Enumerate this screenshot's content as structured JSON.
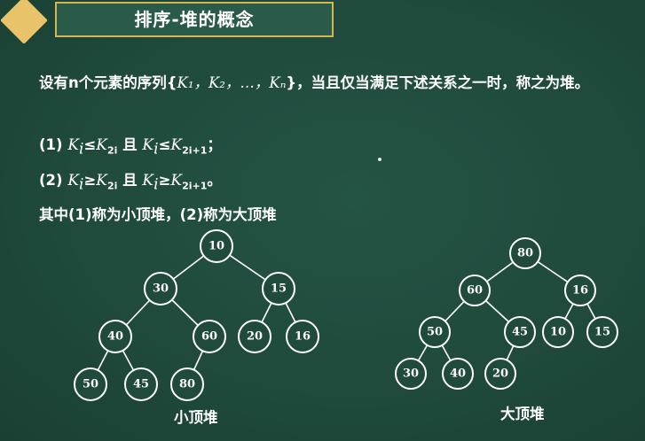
{
  "title": "排序-堆的概念",
  "definition": {
    "before": "设有n个元素的序列{",
    "seq": "K₁，K₂，…，Kₙ",
    "after": "}，当且仅当满足下述关系之一时，称之为堆。"
  },
  "rules": {
    "r1": {
      "prefix": "(1) ",
      "a": "K",
      "a_sub": "i",
      "op1": "≤",
      "b": "K",
      "b_sub": "2i",
      "and": " 且 ",
      "c": "K",
      "c_sub": "i",
      "op2": "≤",
      "d": "K",
      "d_sub": "2i+1",
      "end": "；"
    },
    "r2": {
      "prefix": "(2) ",
      "a": "K",
      "a_sub": "i",
      "op1": "≥",
      "b": "K",
      "b_sub": "2i",
      "and": " 且 ",
      "c": "K",
      "c_sub": "i",
      "op2": "≥",
      "d": "K",
      "d_sub": "2i+1",
      "end": "。"
    },
    "summary": "其中(1)称为小顶堆，(2)称为大顶堆"
  },
  "min_heap": {
    "caption": "小顶堆",
    "values": [
      "10",
      "30",
      "15",
      "40",
      "60",
      "20",
      "16",
      "50",
      "45",
      "80"
    ]
  },
  "max_heap": {
    "caption": "大顶堆",
    "values": [
      "80",
      "60",
      "16",
      "50",
      "45",
      "10",
      "15",
      "30",
      "40",
      "20"
    ]
  },
  "colors": {
    "board": "#1f4a3c",
    "accent": "#e8c36a",
    "banner_border": "#d6b64f",
    "chalk": "#ffffff"
  }
}
